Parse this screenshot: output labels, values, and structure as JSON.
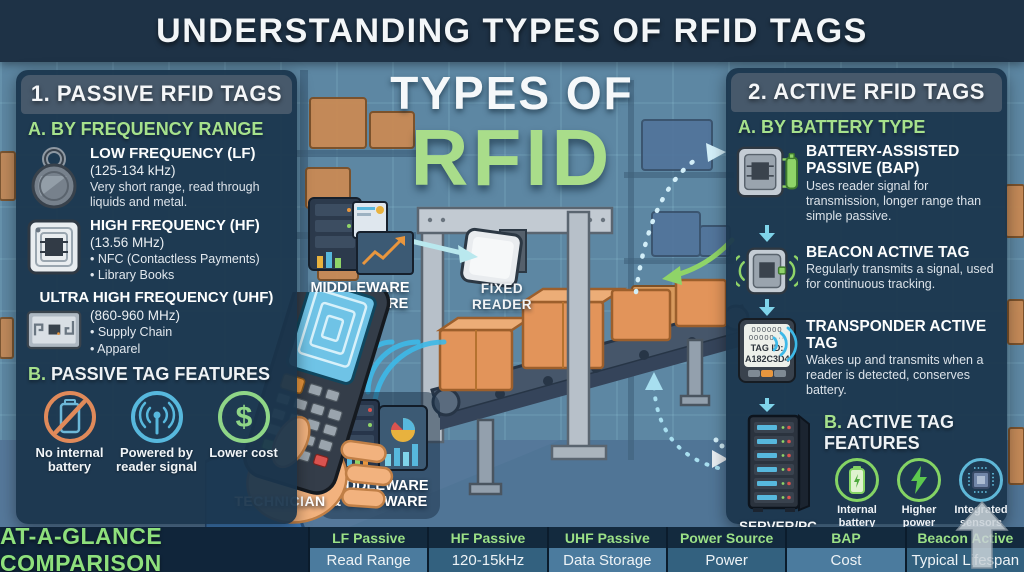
{
  "title": "UNDERSTANDING TYPES OF RFID TAGS",
  "center": {
    "heading_line1": "TYPES OF",
    "heading_line2": "RFID",
    "fixed_reader_line1": "FIXED",
    "fixed_reader_line2": "READER",
    "middleware_line1": "MIDDLEWARE",
    "middleware_line2": "& SOFTWARE",
    "technician_label": "TECHNICIAN"
  },
  "passive_panel": {
    "header": "1. PASSIVE RFID TAGS",
    "section_a": "A. BY FREQUENCY RANGE",
    "items": [
      {
        "name": "LOW FREQUENCY (LF)",
        "range": "(125-134 kHz)",
        "desc": "Very short range, read through liquids and metal."
      },
      {
        "name": "HIGH FREQUENCY (HF)",
        "range": "(13.56 MHz)",
        "bullet1": "• NFC (Contactless Payments)",
        "bullet2": "• Library Books"
      },
      {
        "name": "ULTRA HIGH FREQUENCY (UHF)",
        "range": "(860-960 MHz)",
        "bullet1": "• Supply Chain",
        "bullet2": "• Apparel"
      }
    ],
    "section_b_prefix": "B.",
    "section_b_title": " PASSIVE TAG FEATURES",
    "features": [
      {
        "label": "No internal battery"
      },
      {
        "label": "Powered by reader signal"
      },
      {
        "label": "Lower cost"
      }
    ]
  },
  "active_panel": {
    "header": "2. ACTIVE RFID TAGS",
    "section_a": "A. BY BATTERY TYPE",
    "items": [
      {
        "name": "BATTERY-ASSISTED PASSIVE (BAP)",
        "desc": "Uses reader signal for transmission, longer range than simple passive."
      },
      {
        "name": "BEACON ACTIVE TAG",
        "desc": "Regularly transmits a signal, used for continuous tracking."
      },
      {
        "name": "TRANSPONDER ACTIVE TAG",
        "desc": "Wakes up and transmits when a reader is detected, conserves battery."
      }
    ],
    "tag_screen": {
      "line1": "000000",
      "line2": "00000···",
      "line3": "TAG ID:",
      "line4": "A182C3D4"
    },
    "server_label": "SERVER/PC",
    "section_b_prefix": "B.",
    "section_b_title": " ACTIVE TAG FEATURES",
    "features": [
      {
        "label": "Internal battery"
      },
      {
        "label": "Higher power transmitter"
      },
      {
        "label": "Integrated sensors (e.g., temperature, humidity)"
      }
    ]
  },
  "comparison": {
    "title": "AT-A-GLANCE COMPARISON",
    "columns": [
      {
        "header": "LF Passive",
        "value": "Read Range"
      },
      {
        "header": "HF Passive",
        "value": "120-15kHz"
      },
      {
        "header": "UHF Passive",
        "value": "Data Storage"
      },
      {
        "header": "Power Source",
        "value": "Power"
      },
      {
        "header": "BAP",
        "value": "Cost"
      },
      {
        "header": "Beacon Active",
        "value": "Typical Lifespan"
      }
    ]
  },
  "colors": {
    "accent_green": "#a9dd8a",
    "panel_navy": "#1d374f",
    "header_slate": "#47596b",
    "signal_blue": "#3db9e8",
    "box_orange": "#dd9355"
  }
}
